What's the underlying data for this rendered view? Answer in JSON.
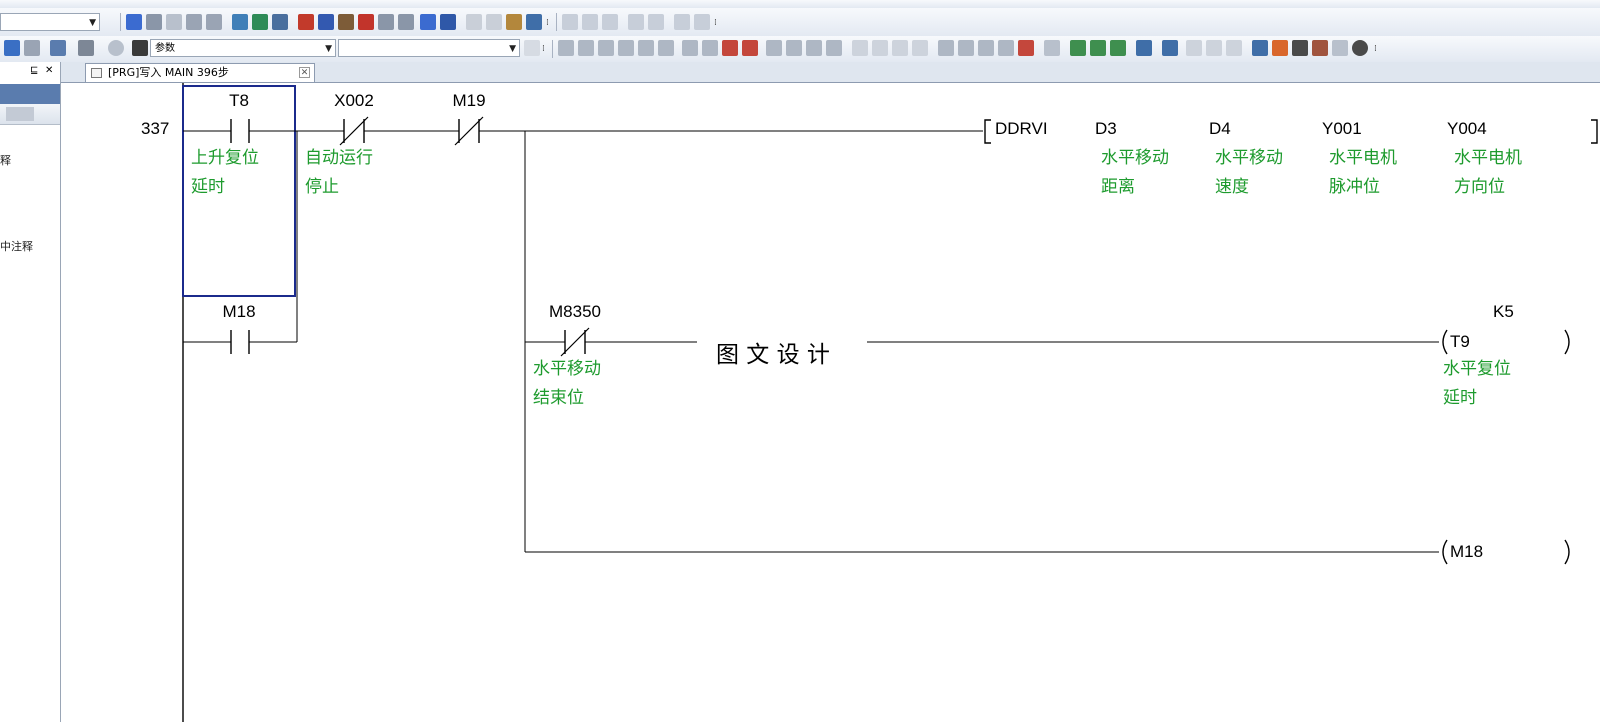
{
  "toolbar": {
    "combo1_value": "",
    "search_combo_value": "参数",
    "combo3_value": ""
  },
  "panel": {
    "pin_glyph": "⊑",
    "close_glyph": "✕",
    "text1": "释",
    "text2": "中注释"
  },
  "tab": {
    "label": "[PRG]写入 MAIN 396步",
    "close_glyph": "✕"
  },
  "ladder": {
    "step_number": "337",
    "contacts": [
      {
        "device": "T8",
        "type": "NO",
        "comment": [
          "上升复位",
          "延时"
        ]
      },
      {
        "device": "X002",
        "type": "NC",
        "comment": [
          "自动运行",
          "停止"
        ]
      },
      {
        "device": "M19",
        "type": "NC",
        "comment": []
      },
      {
        "device": "M18",
        "type": "NO",
        "comment": []
      },
      {
        "device": "M8350",
        "type": "NC",
        "comment": [
          "水平移动",
          "结束位"
        ]
      }
    ],
    "instruction": {
      "mnemonic": "DDRVI",
      "operands": [
        {
          "device": "D3",
          "comment": [
            "水平移动",
            "距离"
          ]
        },
        {
          "device": "D4",
          "comment": [
            "水平移动",
            "速度"
          ]
        },
        {
          "device": "Y001",
          "comment": [
            "水平电机",
            "脉冲位"
          ]
        },
        {
          "device": "Y004",
          "comment": [
            "水平电机",
            "方向位"
          ]
        }
      ]
    },
    "coils": [
      {
        "device": "T9",
        "setting": "K5",
        "comment": [
          "水平复位",
          "延时"
        ]
      },
      {
        "device": "M18",
        "setting": "",
        "comment": []
      }
    ]
  },
  "watermark": "图 文 设 计",
  "colors": {
    "comment": "#1e9b2e",
    "cursor": "#1b2a8c",
    "toolbar_bg": "#e3e9f2"
  }
}
